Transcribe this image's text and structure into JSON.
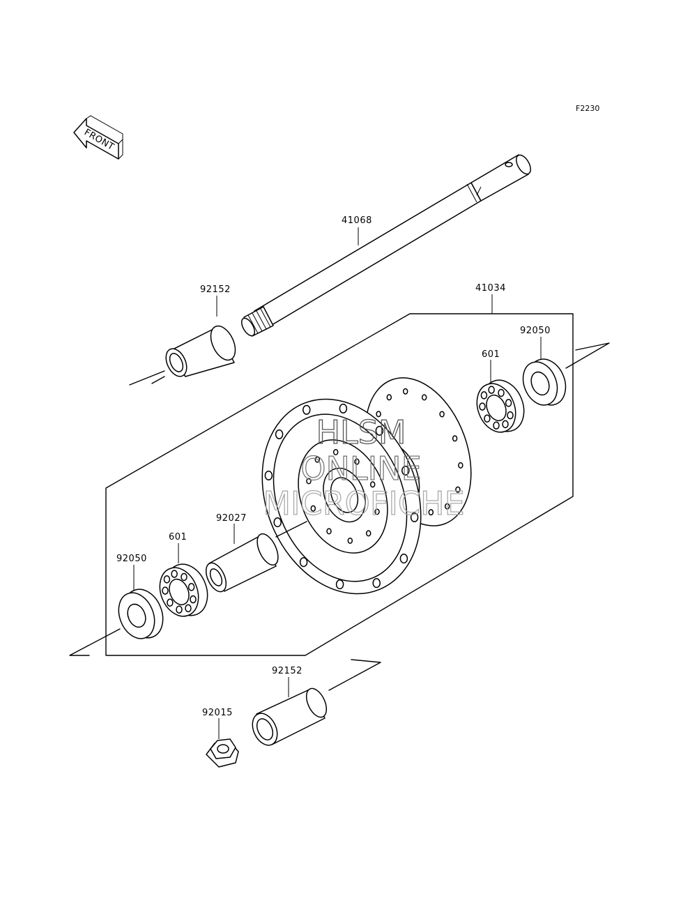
{
  "diagram": {
    "figure_code": "F2230",
    "direction_label": "FRONT",
    "watermark": [
      "HLSM",
      "ONLINE",
      "MICROFICHE"
    ],
    "callouts": [
      {
        "id": "axle",
        "text": "41068"
      },
      {
        "id": "collar-left",
        "text": "92152"
      },
      {
        "id": "hub-assembly",
        "text": "41034"
      },
      {
        "id": "seal-right",
        "text": "92050"
      },
      {
        "id": "bearing-right",
        "text": "601"
      },
      {
        "id": "spacer",
        "text": "92027"
      },
      {
        "id": "bearing-left",
        "text": "601"
      },
      {
        "id": "seal-left",
        "text": "92050"
      },
      {
        "id": "collar-right",
        "text": "92152"
      },
      {
        "id": "axle-nut",
        "text": "92015"
      }
    ]
  },
  "colors": {
    "line": "#000000",
    "background": "#ffffff",
    "watermark_stroke": "#7a7a7a"
  }
}
